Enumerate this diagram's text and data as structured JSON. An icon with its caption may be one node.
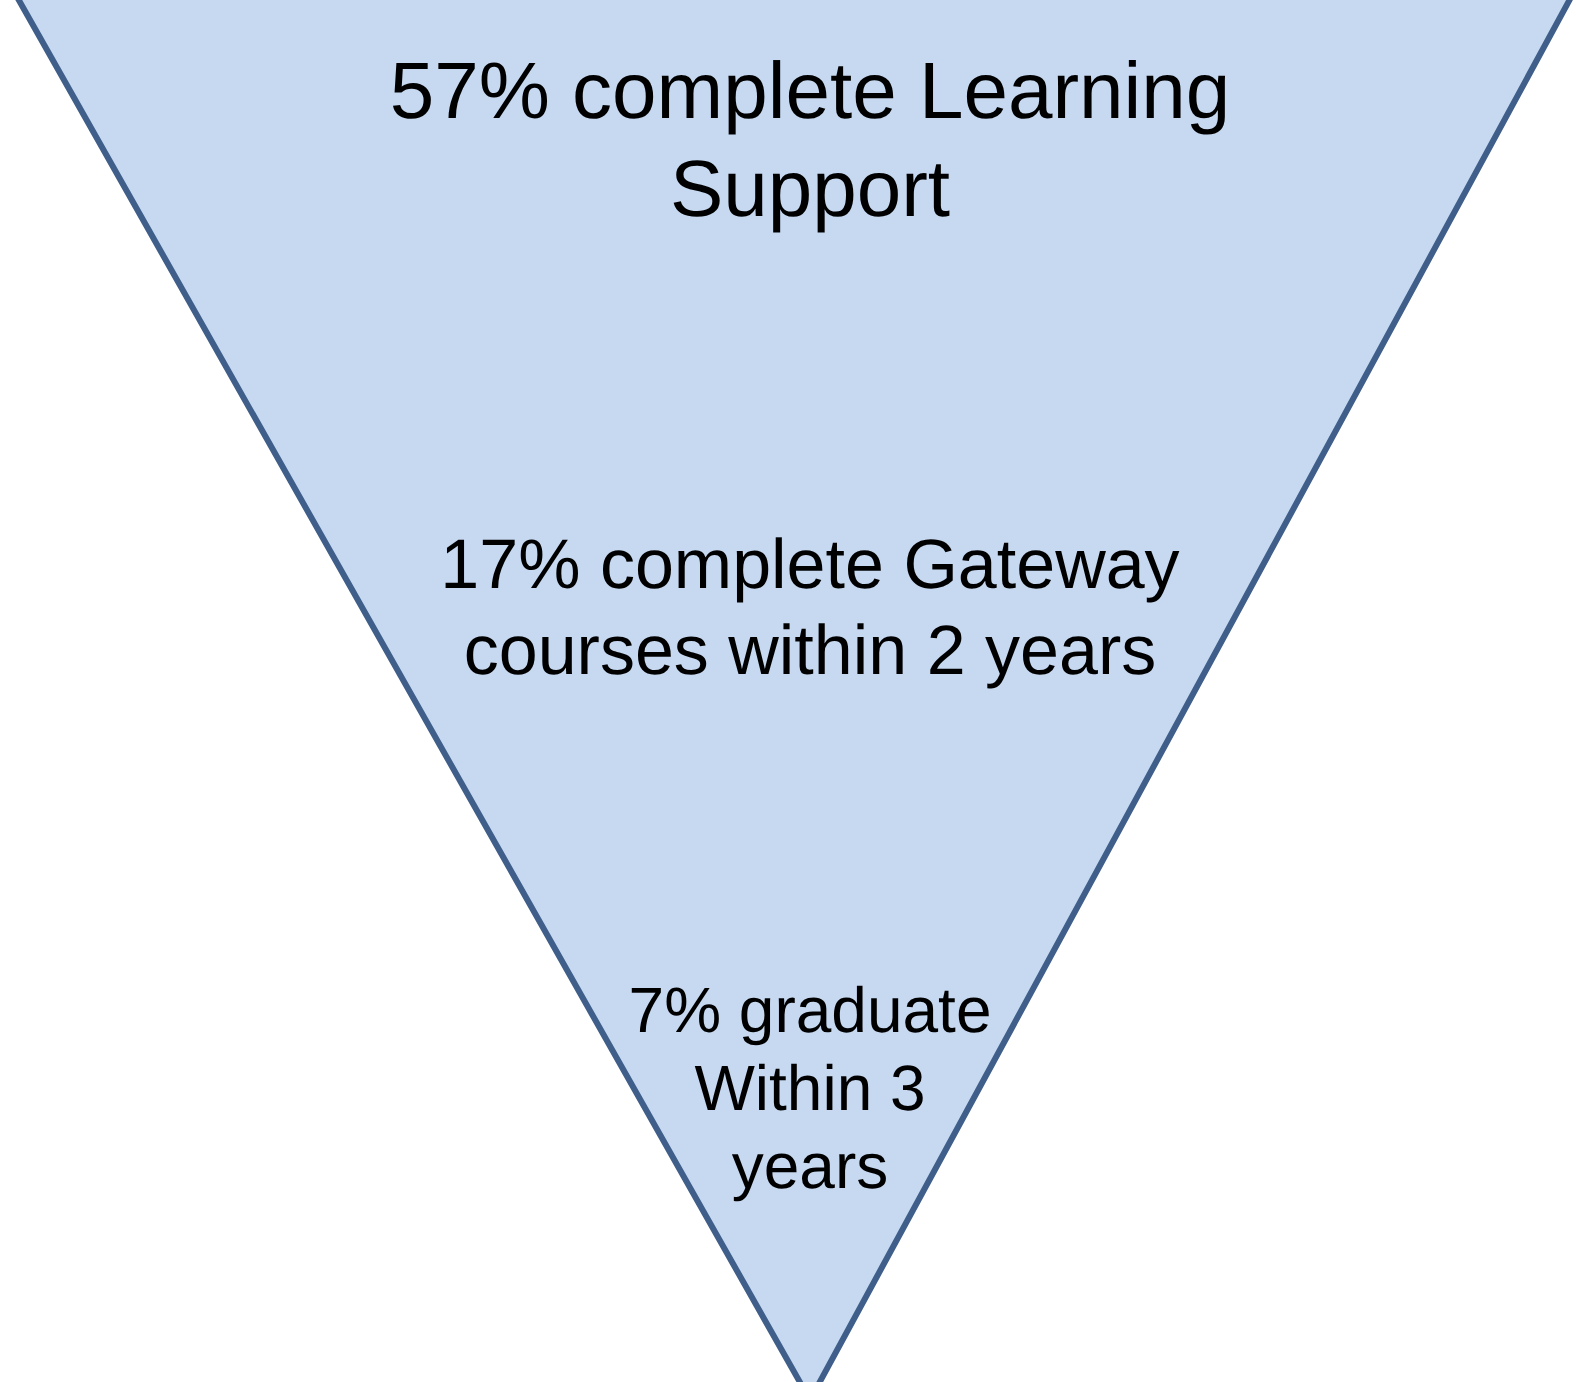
{
  "diagram": {
    "nodes": [
      {
        "text": [
          "57% complete Learning Support",
          "17% complete Gateway courses within 2 years",
          "7% graduate Within 3 years"
        ]
      }
    ]
  }
}
